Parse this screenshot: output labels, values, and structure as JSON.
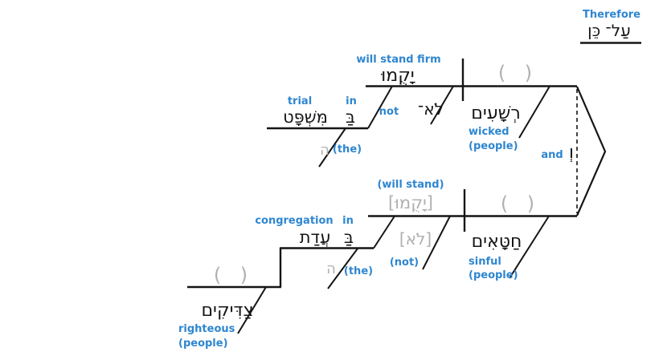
{
  "colors": {
    "accent": "#2e86d0",
    "muted": "#b0b0b0",
    "ink": "#151515"
  },
  "header": {
    "gloss": "Therefore",
    "hebrew": "עַל־ כֵּן"
  },
  "clause1": {
    "verb": {
      "gloss": "will stand firm",
      "hebrew": "יָקֻמוּ"
    },
    "negation": {
      "gloss": "not",
      "hebrew": "לֹא־"
    },
    "subject_slot": "( )",
    "subject": {
      "hebrew": "רְשָׁעִים",
      "gloss1": "wicked",
      "gloss2": "(people)"
    },
    "pp": {
      "obj_gloss": "trial",
      "prep_gloss": "in",
      "obj_hebrew": "מִּשְׁפָּט",
      "prep_hebrew": "בַּ",
      "article_hebrew": "ה",
      "article_gloss": "(the)"
    }
  },
  "conjunction": {
    "gloss": "and",
    "hebrew": "וְ"
  },
  "clause2": {
    "verb": {
      "gloss": "(will stand)",
      "hebrew": "[יָקֻמוּ]"
    },
    "negation": {
      "gloss": "(not)",
      "hebrew": "[לֹא]"
    },
    "subject_slot": "( )",
    "subject": {
      "hebrew": "חַטָּאִים",
      "gloss1": "sinful",
      "gloss2": "(people)"
    },
    "pp": {
      "obj_gloss": "congregation",
      "prep_gloss": "in",
      "obj_hebrew": "עֲדַת",
      "prep_hebrew": "בַּ",
      "article_hebrew": "ה",
      "article_gloss": "(the)"
    },
    "construct": {
      "slot": "( )",
      "hebrew": "צַדִּיקִים",
      "gloss1": "righteous",
      "gloss2": "(people)"
    }
  }
}
